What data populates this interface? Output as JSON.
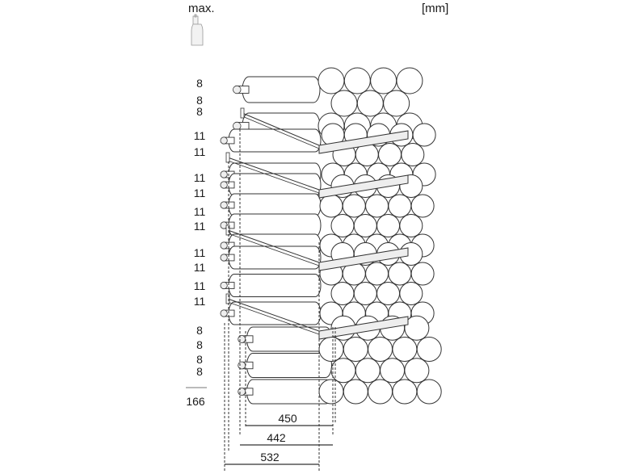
{
  "header": {
    "max_label": "max.",
    "unit_label": "[mm]",
    "bottle_icon": "wine-bottle-icon"
  },
  "shelf_counts": [
    "8",
    "8",
    "8",
    "11",
    "11",
    "11",
    "11",
    "11",
    "11",
    "11",
    "11",
    "11",
    "11",
    "8",
    "8",
    "8",
    "8"
  ],
  "total": "166",
  "dimensions": {
    "d450": "450",
    "d442": "442",
    "d532": "532"
  },
  "colors": {
    "line": "#333333",
    "fill": "#ffffff",
    "shade": "#eeeeee"
  }
}
